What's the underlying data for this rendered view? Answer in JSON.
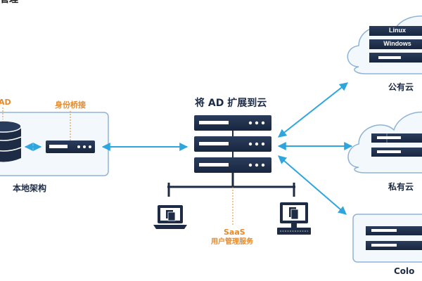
{
  "caption": {
    "top_text": "管理"
  },
  "onprem": {
    "ad_label": "AD",
    "bridge_label": "身份桥接",
    "name": "本地架构"
  },
  "center": {
    "title": "将 AD 扩展到云",
    "saas_label": "SaaS",
    "saas_sub": "用户管理服务"
  },
  "public_cloud": {
    "server1": "Linux",
    "server2": "Windows",
    "name": "公有云"
  },
  "private_cloud": {
    "name": "私有云"
  },
  "colo": {
    "name": "Colo"
  },
  "colors": {
    "navy": "#1d2b44",
    "sky": "#2ea6dd",
    "orange": "#e58a2b",
    "panel_border": "#8fb3d6",
    "panel_fill": "#f3f8fd",
    "cloud_fill": "#f3f8fd",
    "cloud_border": "#8fb3d6"
  },
  "icons": {
    "database": "database-icon",
    "rack_server": "rack-server-icon",
    "laptop": "laptop-icon",
    "desktop": "desktop-icon",
    "cloud": "cloud-icon"
  }
}
